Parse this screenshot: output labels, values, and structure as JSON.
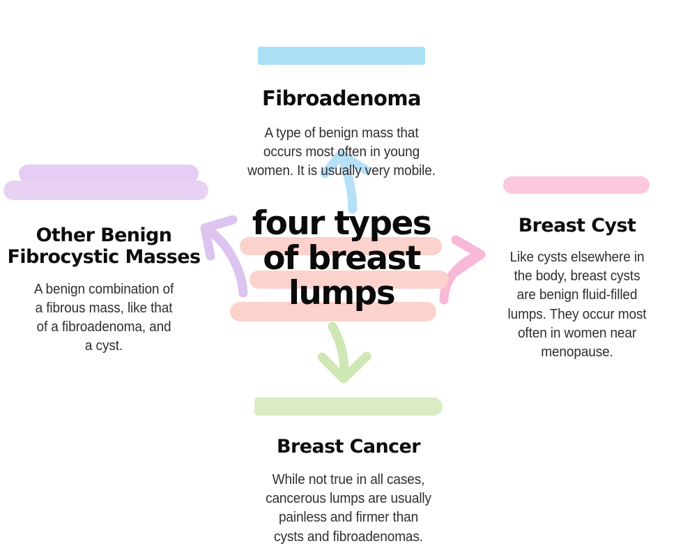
{
  "page": {
    "background_color": "#ffffff",
    "text_color": "#2f2f2f",
    "heading_color": "#0d0d0d"
  },
  "center": {
    "title": "four types\nof breast\nlumps",
    "highlight_color": "#fbd2cc"
  },
  "nodes": {
    "fibroadenoma": {
      "heading": "Fibroadenoma",
      "body": "A type of benign mass that\noccurs most often in young\nwomen. It is usually very mobile.",
      "highlight_color": "#ace2f8",
      "arrow_color": "#b6dff8",
      "position": "top"
    },
    "other_benign": {
      "heading": "Other Benign\nFibrocystic Masses",
      "body": "A benign combination of\na fibrous mass, like that\nof a fibroadenoma, and\na cyst.",
      "highlight_color": "#e6cdf3",
      "arrow_color": "#ddc3ef",
      "position": "left"
    },
    "breast_cyst": {
      "heading": "Breast Cyst",
      "body": "Like cysts elsewhere in\nthe body, breast cysts\nare benign fluid-filled\nlumps. They occur most\noften in women near\nmenopause.",
      "highlight_color": "#fbc8de",
      "arrow_color": "#f8b8d8",
      "position": "right"
    },
    "breast_cancer": {
      "heading": "Breast Cancer",
      "body": "While not true in all cases,\ncancerous lumps are usually\npainless and firmer than\ncysts and fibroadenomas.",
      "highlight_color": "#d9ecc4",
      "arrow_color": "#cfe7b4",
      "position": "bottom"
    }
  }
}
